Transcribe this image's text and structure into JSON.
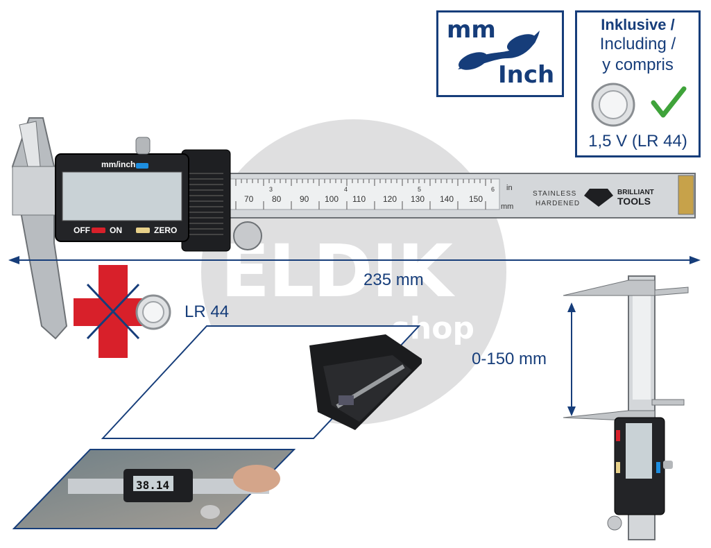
{
  "watermark": {
    "brand": "ELDIK",
    "suffix": ".shop"
  },
  "unit_box": {
    "mm": "mm",
    "inch": "Inch"
  },
  "includes_box": {
    "line1": "Inklusive /",
    "line2": "Including /",
    "line3": "y compris",
    "battery_spec": "1,5 V (LR 44)"
  },
  "caliper": {
    "display_label": "mm/inch",
    "btn_off": "OFF",
    "btn_on": "ON",
    "btn_zero": "ZERO",
    "scale_numbers": [
      "70",
      "80",
      "90",
      "100",
      "110",
      "120",
      "130",
      "140",
      "150"
    ],
    "inch_numbers": [
      "3",
      "4",
      "5",
      "6"
    ],
    "unit_in": "in",
    "unit_mm": "mm",
    "steel_line1": "STAINLESS",
    "steel_line2": "HARDENED",
    "brand_line1": "BRILLIANT",
    "brand_line2": "TOOLS"
  },
  "dimensions": {
    "length": "235 mm",
    "range": "0-150 mm",
    "battery": "LR 44"
  },
  "photo_reading": "38.14",
  "colors": {
    "navy": "#163d7a",
    "red": "#d8202a",
    "lcd": "#c9d2d6"
  }
}
